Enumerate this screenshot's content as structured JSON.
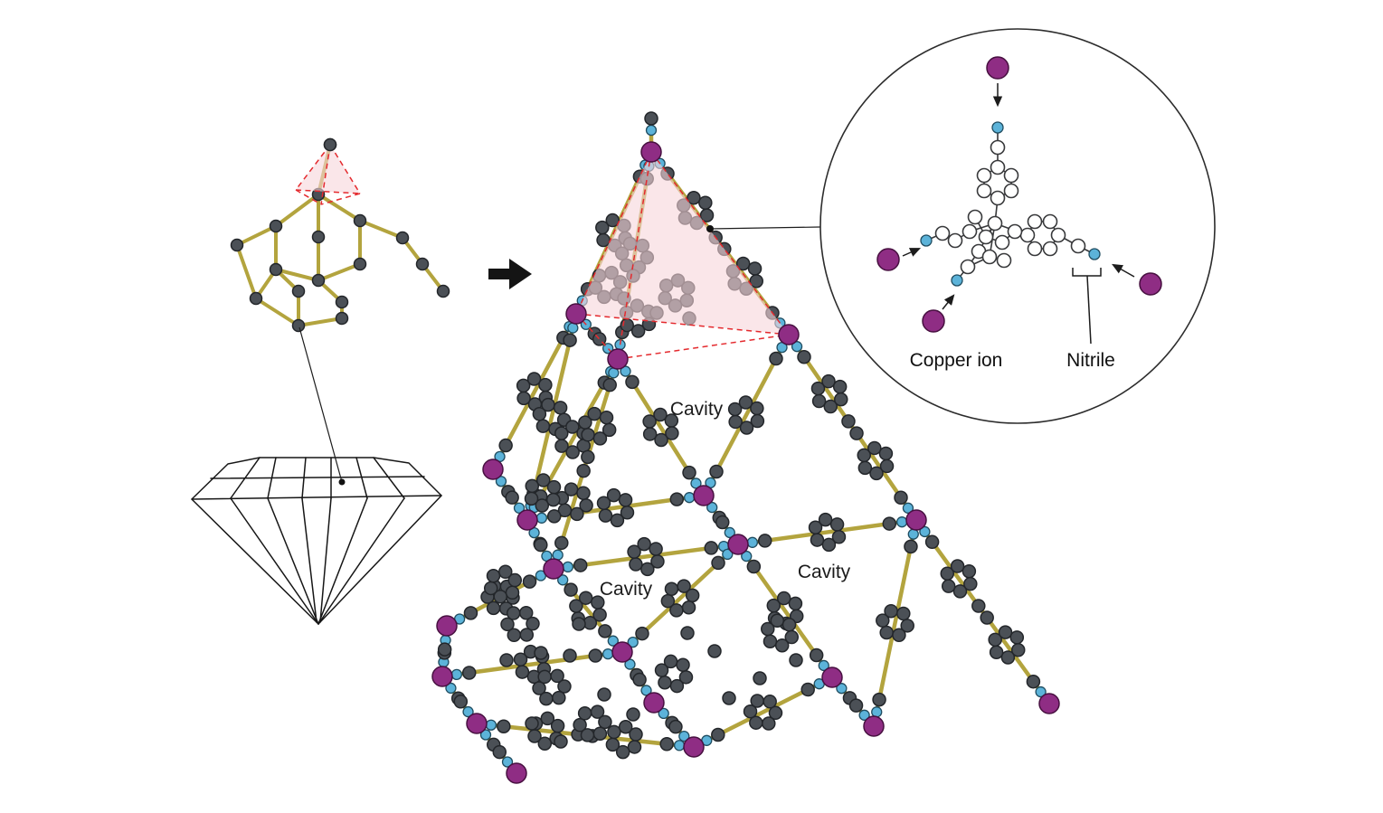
{
  "figure": {
    "labels": {
      "cavity_top": "Cavity",
      "cavity_mid": "Cavity",
      "cavity_right": "Cavity",
      "copper_ion": "Copper ion",
      "nitrile": "Nitrile"
    },
    "colors": {
      "copper": "#8f2d84",
      "nitrogen": "#5cb3d9",
      "carbon": "#4b5056",
      "carbon_outline": "#23262a",
      "bond": "#b3a43e",
      "tetra_fill": "#f6d6da",
      "tetra_edge": "#e42a2e",
      "line": "#1c1c1c",
      "background": "#ffffff"
    },
    "icons": {
      "transformation_arrow": "right-arrow-icon"
    }
  }
}
